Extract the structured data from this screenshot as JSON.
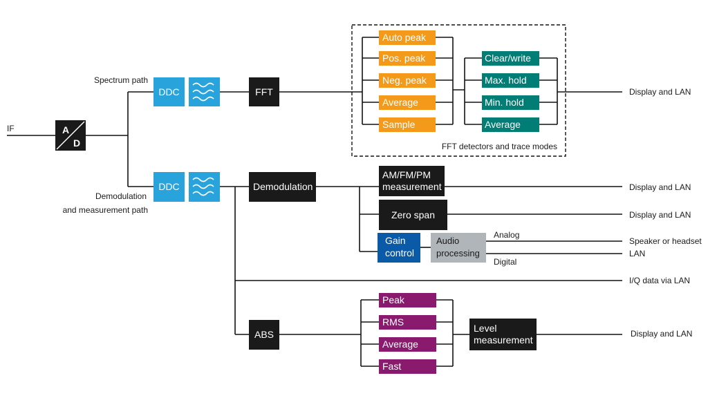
{
  "colors": {
    "blue": "#29a3dc",
    "dark_blue": "#0a5aa8",
    "orange": "#f39a1b",
    "teal": "#007d74",
    "purple": "#8a1a6e",
    "black": "#1a1a1a",
    "gray": "#b0b5b9"
  },
  "input": {
    "label": "IF",
    "ad_top": "A",
    "ad_bottom": "D"
  },
  "spectrum_path": {
    "label": "Spectrum path",
    "ddc": "DDC",
    "fft": "FFT",
    "detectors": [
      "Auto peak",
      "Pos. peak",
      "Neg. peak",
      "Average",
      "Sample"
    ],
    "trace_modes": [
      "Clear/write",
      "Max. hold",
      "Min. hold",
      "Average"
    ],
    "group_label": "FFT detectors and trace modes",
    "output": "Display and LAN"
  },
  "demod_path": {
    "label_line1": "Demodulation",
    "label_line2": "and measurement path",
    "ddc": "DDC",
    "demodulation": "Demodulation",
    "am_fm_pm_line1": "AM/FM/PM",
    "am_fm_pm_line2": "measurement",
    "am_output": "Display and LAN",
    "zero_span": "Zero span",
    "zero_output": "Display and LAN",
    "gain_line1": "Gain",
    "gain_line2": "control",
    "audio_line1": "Audio",
    "audio_line2": "processing",
    "analog": "Analog",
    "digital": "Digital",
    "speaker_output": "Speaker or headset",
    "lan_output": "LAN",
    "iq_output": "I/Q data via LAN",
    "abs": "ABS",
    "level_detectors": [
      "Peak",
      "RMS",
      "Average",
      "Fast"
    ],
    "level_line1": "Level",
    "level_line2": "measurement",
    "level_output": "Display and LAN"
  }
}
